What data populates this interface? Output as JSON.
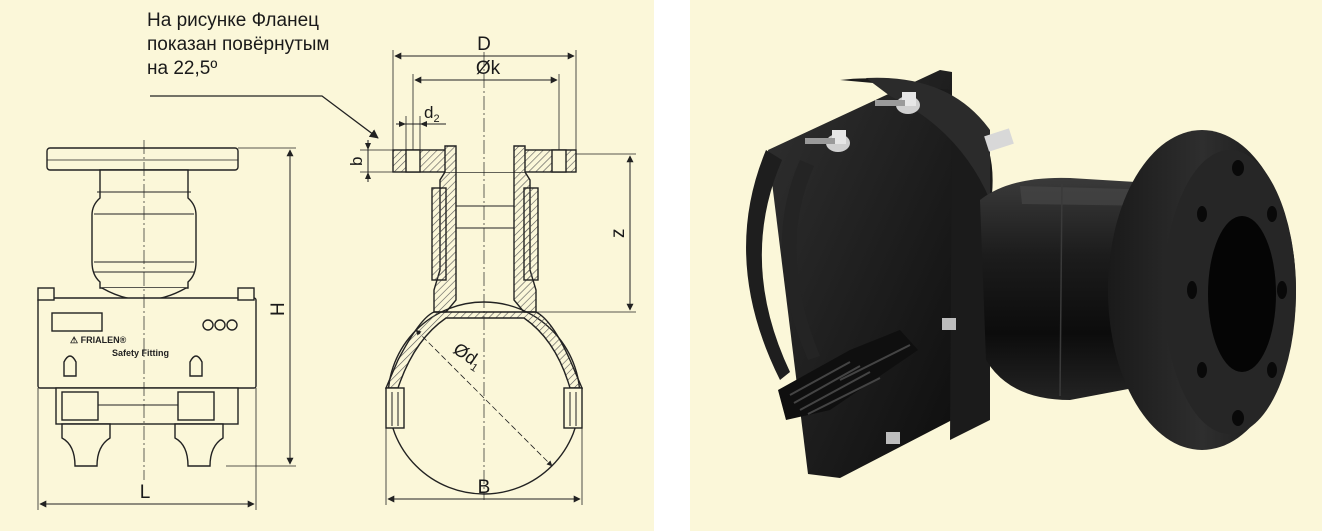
{
  "note": {
    "line1": "На рисунке Фланец",
    "line2": "показан повёрнутым",
    "line3": "на 22,5º"
  },
  "dimensions": {
    "D": "D",
    "k": "Øk",
    "d2": "d",
    "d2_sub": "2",
    "b": "b",
    "z": "z",
    "H": "H",
    "L": "L",
    "B": "B",
    "d1": "Ød",
    "d1_sub": "1"
  },
  "product_marking": {
    "brand": "⚠ FRIALEN®",
    "line2": "Safety Fitting",
    "circles": "ooo"
  },
  "colors": {
    "panel_bg": "#fbf7d9",
    "line": "#222222",
    "body_fill": "#fbf7d9",
    "hatch": "#555555",
    "part_dark": "#141414",
    "part_mid": "#2c2c2c"
  }
}
